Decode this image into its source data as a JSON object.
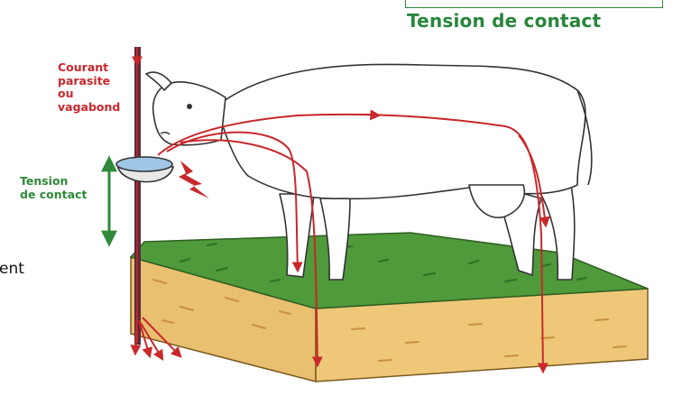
{
  "title": "Tension de contact",
  "labels": {
    "courant": [
      "Courant",
      "parasite",
      "ou",
      "vagabond"
    ],
    "tension": [
      "Tension",
      "de contact"
    ]
  },
  "edge_text": "ent",
  "colors": {
    "title_green": "#27863b",
    "current_red": "#c8282c",
    "grass_green": "#4f9a3a",
    "soil": "#e8c070"
  }
}
